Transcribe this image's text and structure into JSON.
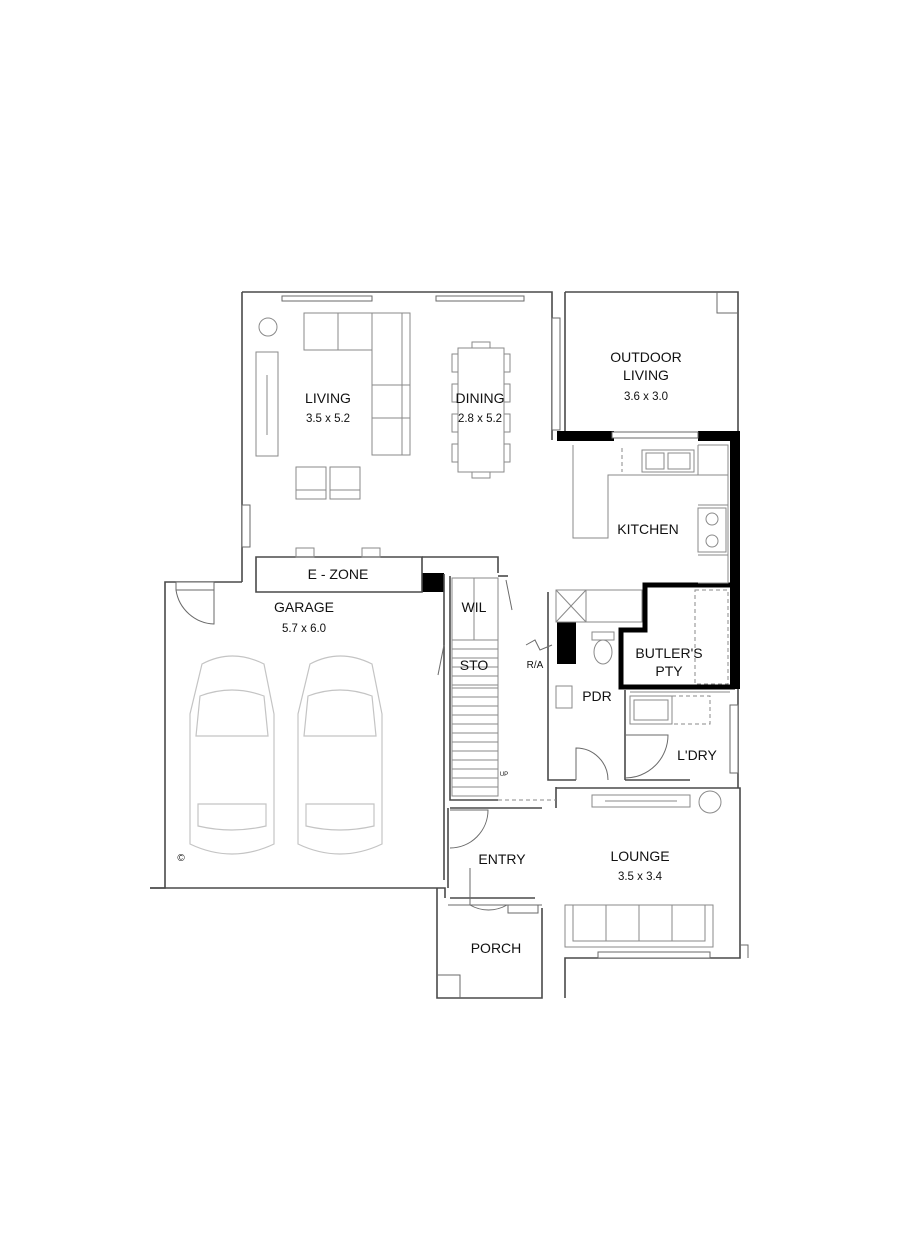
{
  "rooms": {
    "outdoor_living": {
      "line1": "OUTDOOR",
      "line2": "LIVING",
      "size": "3.6 x 3.0"
    },
    "living": {
      "name": "LIVING",
      "size": "3.5 x 5.2"
    },
    "dining": {
      "name": "DINING",
      "size": "2.8 x 5.2"
    },
    "kitchen": {
      "name": "KITCHEN"
    },
    "e_zone": {
      "name": "E - ZONE"
    },
    "garage": {
      "name": "GARAGE",
      "size": "5.7 x 6.0"
    },
    "wil": {
      "name": "WIL"
    },
    "sto": {
      "name": "STO"
    },
    "butlers_pty": {
      "line1": "BUTLER'S",
      "line2": "PTY"
    },
    "pdr": {
      "name": "PDR"
    },
    "ldry": {
      "name": "L'DRY"
    },
    "entry": {
      "name": "ENTRY"
    },
    "lounge": {
      "name": "LOUNGE",
      "size": "3.5 x 3.4"
    },
    "porch": {
      "name": "PORCH"
    }
  },
  "annotations": {
    "ra": "R/A",
    "stair_up": "UP",
    "copyright": "©"
  },
  "icons": [
    "car-icon",
    "stair-icon",
    "door-swing-icon",
    "sink-icon",
    "cooktop-icon",
    "toilet-icon"
  ]
}
